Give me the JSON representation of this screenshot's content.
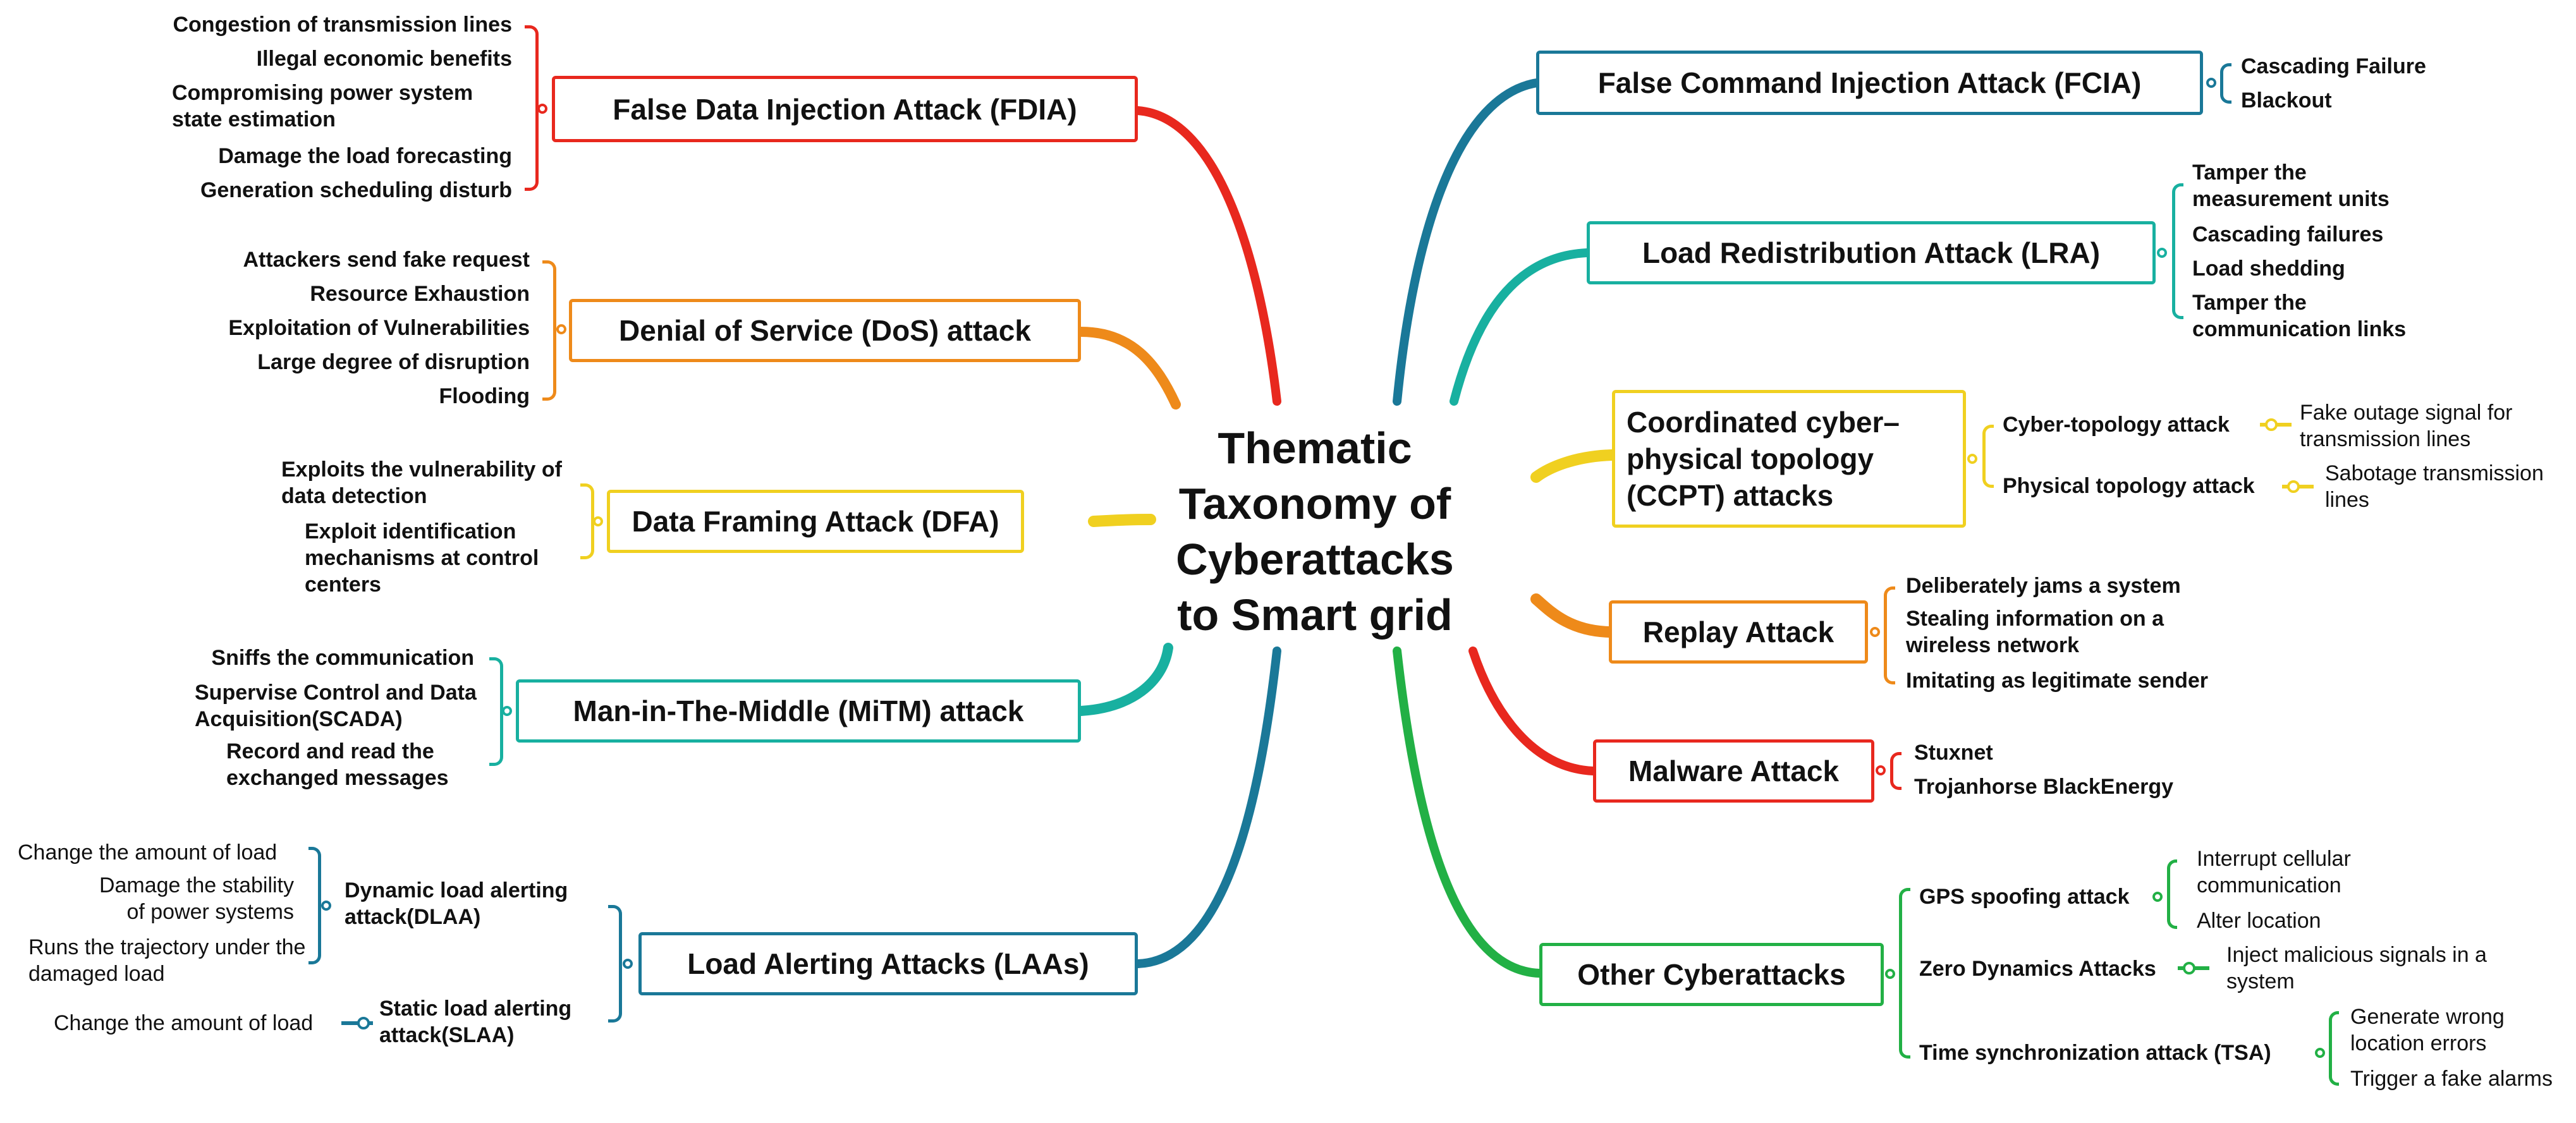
{
  "title": "Thematic Taxonomy of Cyberattacks to Smart grid",
  "title_lines": [
    "Thematic",
    "Taxonomy of",
    "Cyberattacks",
    "to Smart grid"
  ],
  "colors": {
    "red": "#e8281e",
    "orange": "#ee8a1a",
    "yellow": "#f0d020",
    "teal": "#18b0a0",
    "blue": "#1a7898",
    "green": "#22b045"
  },
  "left": {
    "fdia": {
      "label": "False Data Injection Attack (FDIA)",
      "items": [
        "Congestion of transmission lines",
        "Illegal economic benefits",
        "Compromising power system state estimation",
        "Damage the load forecasting",
        "Generation scheduling disturb"
      ]
    },
    "dos": {
      "label": "Denial of Service (DoS) attack",
      "items": [
        "Attackers send fake request",
        "Resource Exhaustion",
        "Exploitation of Vulnerabilities",
        "Large degree of disruption",
        "Flooding"
      ]
    },
    "dfa": {
      "label": "Data Framing Attack (DFA)",
      "items": [
        "Exploits the vulnerability of data detection",
        "Exploit identification mechanisms at control centers"
      ]
    },
    "mitm": {
      "label": "Man-in-The-Middle (MiTM) attack",
      "items": [
        "Sniffs the communication",
        "Supervise Control and Data Acquisition(SCADA)",
        "Record and read the exchanged messages"
      ]
    },
    "laa": {
      "label": "Load Alerting Attacks (LAAs)",
      "subs": [
        {
          "label": "Dynamic load alerting attack(DLAA)",
          "items": [
            "Change the amount of load",
            "Damage the stability of power systems",
            "Runs the trajectory under the damaged load"
          ]
        },
        {
          "label": "Static load alerting attack(SLAA)",
          "items": [
            "Change the amount of load"
          ]
        }
      ]
    }
  },
  "right": {
    "fcia": {
      "label": "False Command Injection Attack (FCIA)",
      "items": [
        "Cascading Failure",
        "Blackout"
      ]
    },
    "lra": {
      "label": "Load Redistribution Attack (LRA)",
      "items": [
        "Tamper the measurement units",
        "Cascading failures",
        "Load shedding",
        "Tamper the communication links"
      ]
    },
    "ccpt": {
      "label": "Coordinated cyber–physical topology (CCPT) attacks",
      "subs": [
        {
          "label": "Cyber-topology attack",
          "items": [
            "Fake outage signal for transmission lines"
          ]
        },
        {
          "label": "Physical topology attack",
          "items": [
            "Sabotage transmission lines"
          ]
        }
      ]
    },
    "replay": {
      "label": "Replay Attack",
      "items": [
        "Deliberately jams a system",
        "Stealing information on a wireless network",
        "Imitating as legitimate sender"
      ]
    },
    "malware": {
      "label": "Malware Attack",
      "items": [
        "Stuxnet",
        "Trojanhorse BlackEnergy"
      ]
    },
    "other": {
      "label": "Other Cyberattacks",
      "subs": [
        {
          "label": "GPS spoofing attack",
          "items": [
            "Interrupt cellular communication",
            "Alter location"
          ]
        },
        {
          "label": "Zero Dynamics Attacks",
          "items": [
            "Inject malicious signals in a system"
          ]
        },
        {
          "label": "Time synchronization attack (TSA)",
          "items": [
            "Generate wrong location errors",
            "Trigger a fake alarms"
          ]
        }
      ]
    }
  }
}
